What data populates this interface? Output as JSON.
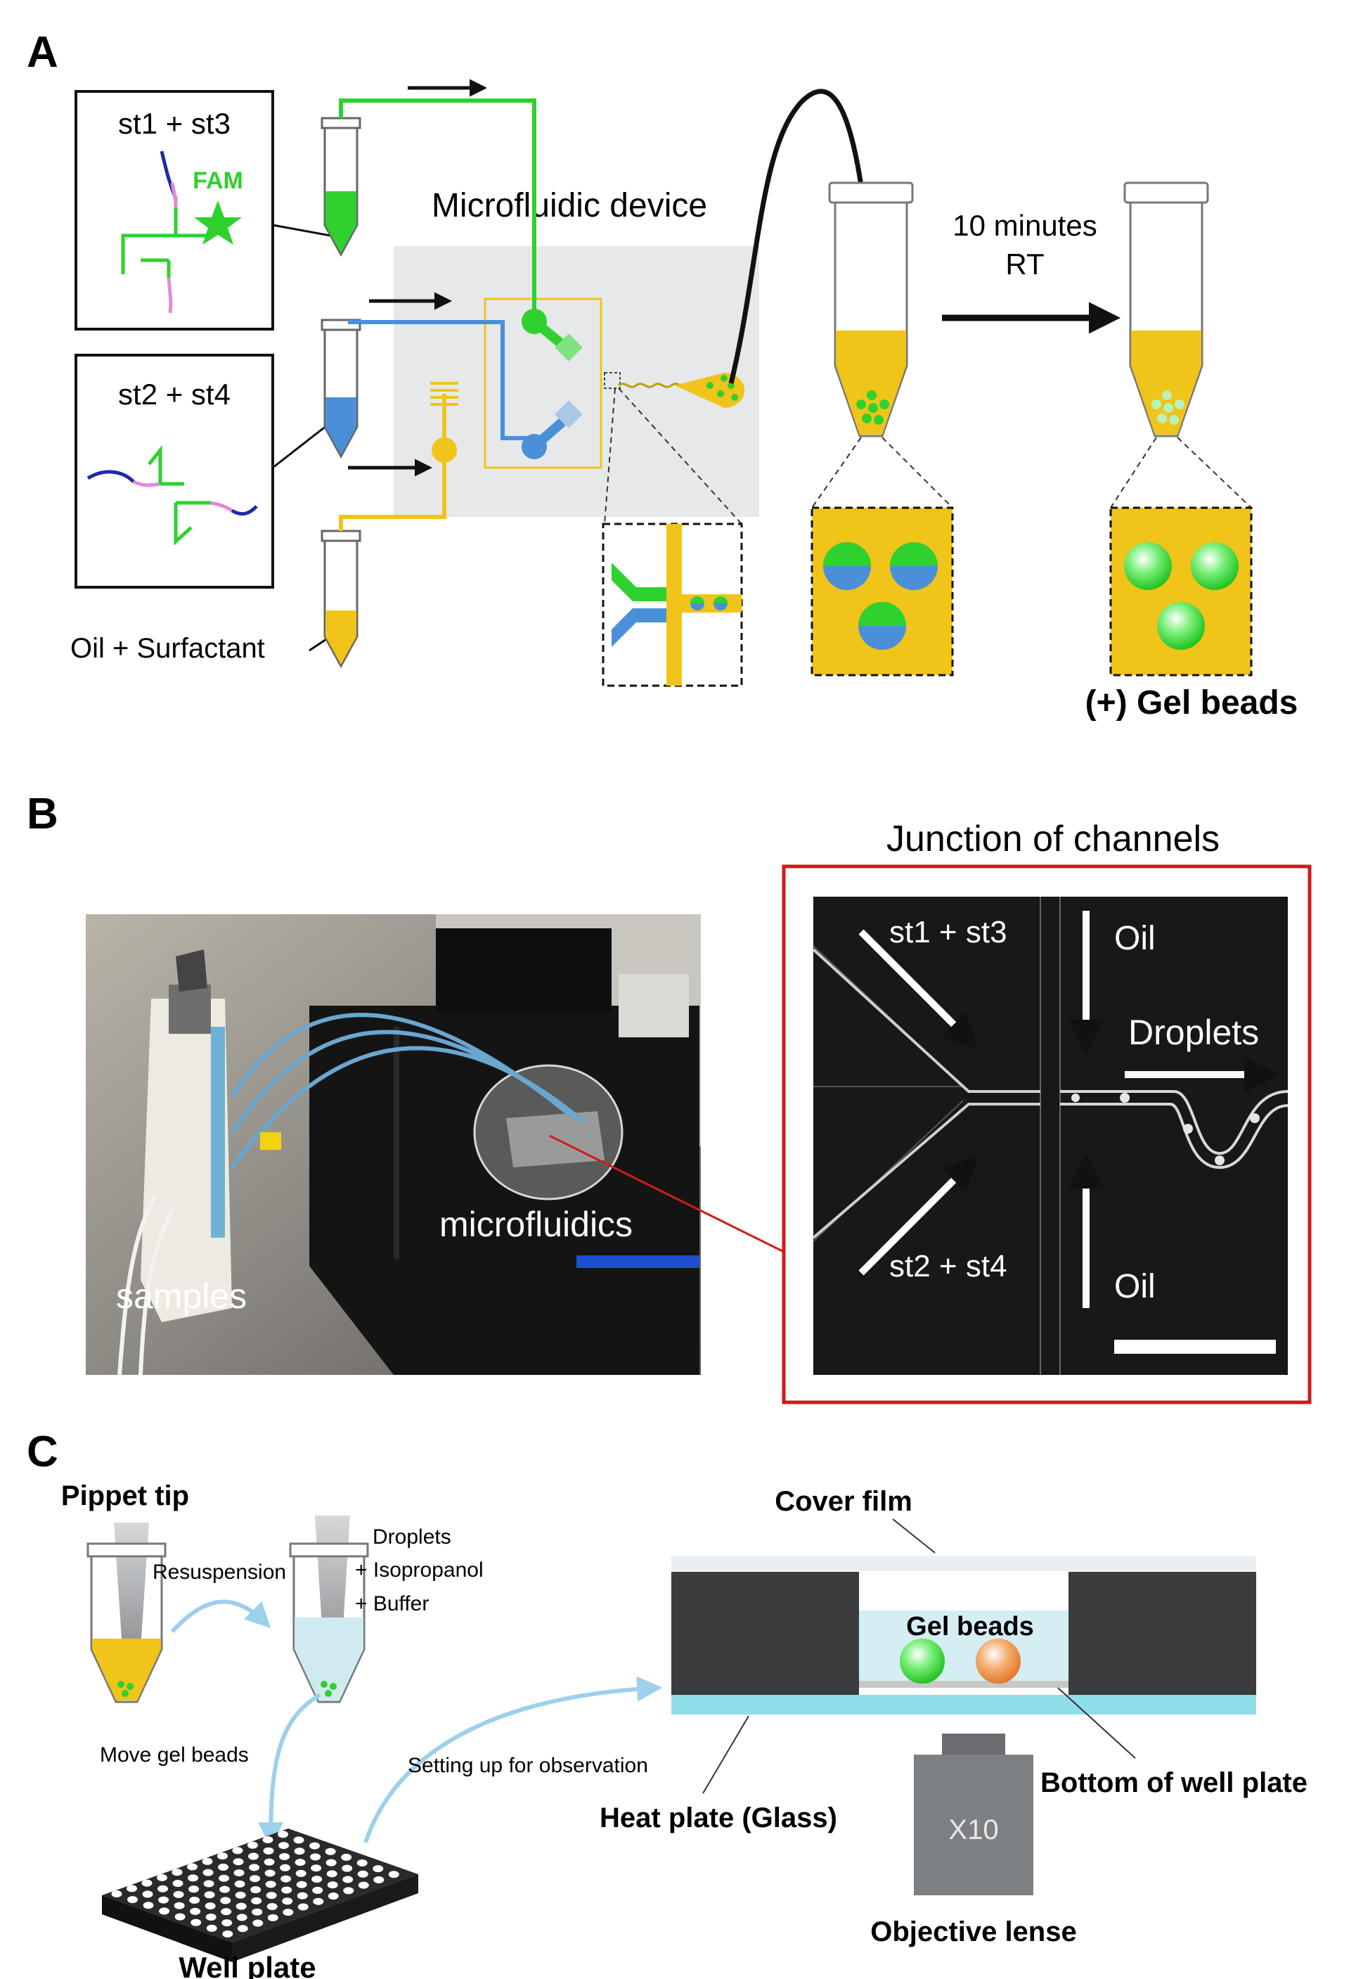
{
  "panel_a": {
    "label": "A",
    "box1_title": "st1 + st3",
    "fam_label": "FAM",
    "box2_title": "st2 + st4",
    "oil_label": "Oil + Surfactant",
    "device_label": "Microfluidic device",
    "time_line1": "10 minutes",
    "time_line2": "RT",
    "gel_beads_label": "(+) Gel beads"
  },
  "panel_b": {
    "label": "B",
    "junction_title": "Junction of channels",
    "photo_samples": "samples",
    "photo_microfluidics": "microfluidics",
    "micro_st1": "st1 + st3",
    "micro_st2": "st2 + st4",
    "micro_oil_top": "Oil",
    "micro_oil_bottom": "Oil",
    "micro_droplets": "Droplets"
  },
  "panel_c": {
    "label": "C",
    "pipet_tip": "Pippet tip",
    "resuspension": "Resuspension",
    "droplets": "Droplets",
    "isopropanol": "+ Isopropanol",
    "buffer": "+ Buffer",
    "move_gel_beads": "Move gel beads",
    "setting_up": "Setting up for observation",
    "well_plate": "Well plate",
    "cover_film": "Cover film",
    "gel_beads": "Gel beads",
    "heat_plate": "Heat plate (Glass)",
    "bottom_well_plate": "Bottom of well plate",
    "objective_lens": "Objective lense",
    "magnification": "X10"
  },
  "colors": {
    "green": "#2ed12e",
    "blue": "#4a90d9",
    "yellow": "#f0c419",
    "magenta": "#e58ad8",
    "navy": "#1f2aa8",
    "red_frame": "#d11a1a",
    "device_bg": "#e6e8ea",
    "dark_block": "#3a3c3e",
    "cyan_glass": "#8fdde8"
  }
}
